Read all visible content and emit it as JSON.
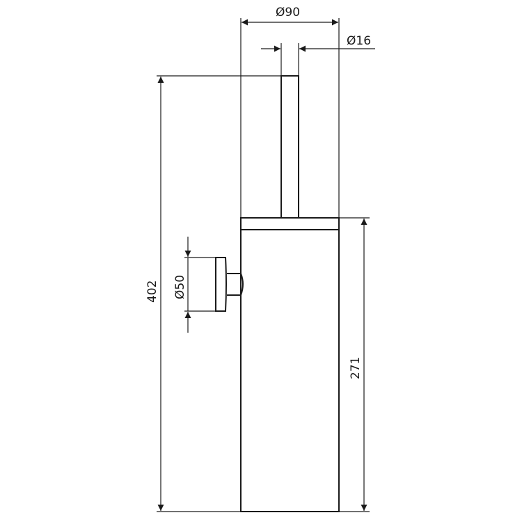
{
  "drawing": {
    "subject": "toilet-brush-holder",
    "line_color": "#1a1a1a",
    "background": "#ffffff"
  },
  "dimensions": {
    "body_diameter": "Ø90",
    "handle_diameter": "Ø16",
    "overall_height": "402",
    "body_height": "271",
    "wall_mount_diameter": "Ø50"
  }
}
